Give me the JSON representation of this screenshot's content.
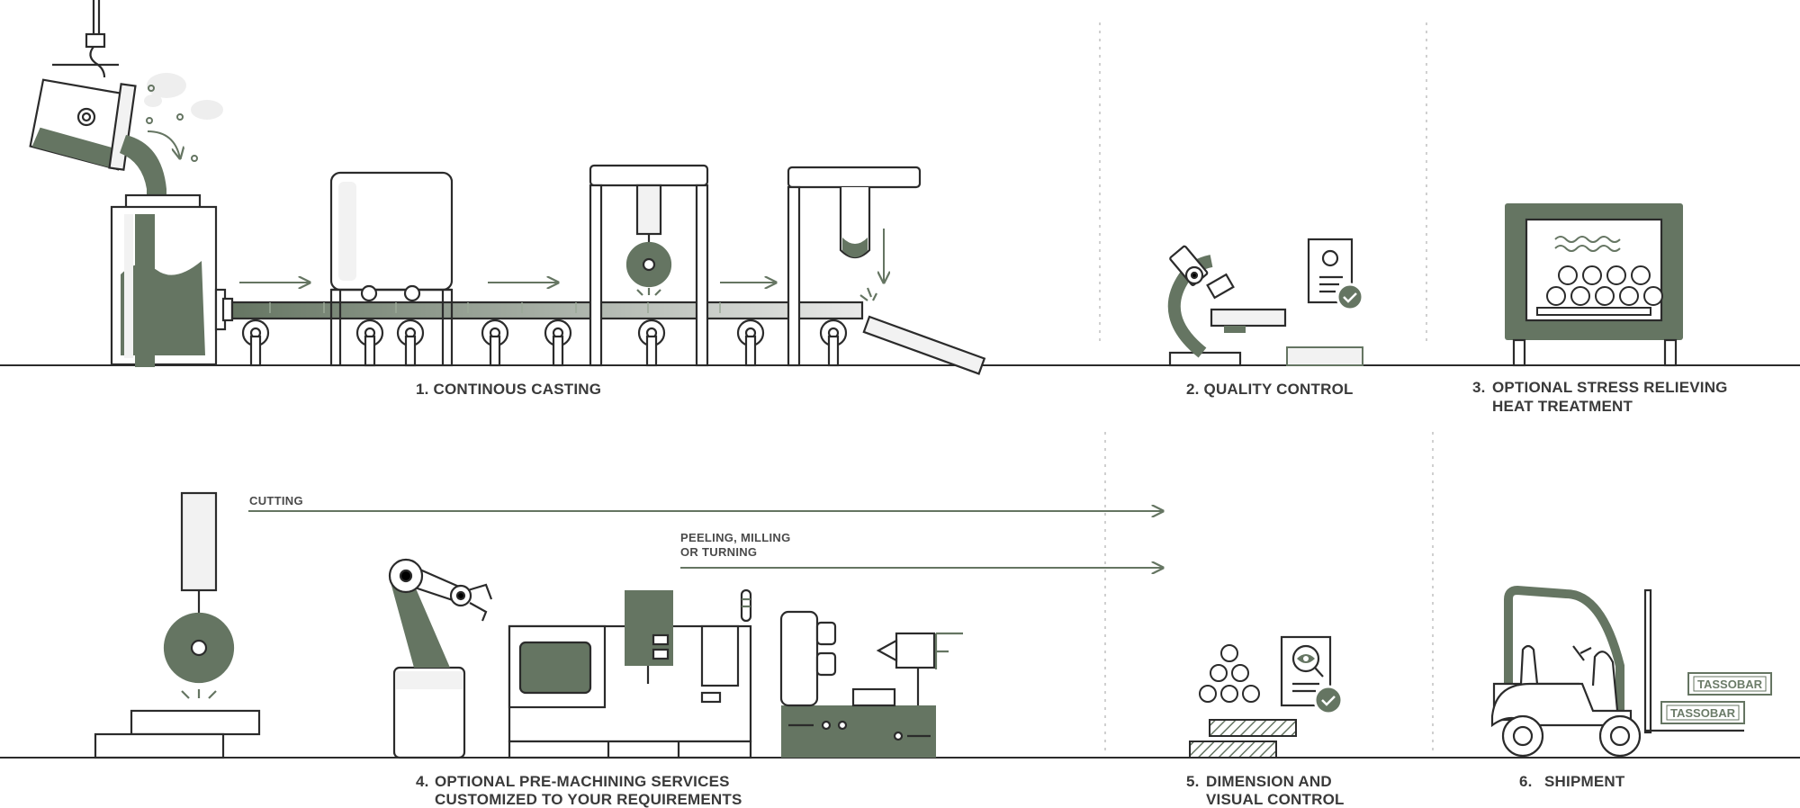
{
  "colors": {
    "accent": "#657562",
    "outline": "#2b2b2b",
    "light": "#f2f2f2",
    "faint": "#d8d8d8"
  },
  "steps": [
    {
      "number": "1.",
      "line1": "CONTINOUS CASTING",
      "line2": ""
    },
    {
      "number": "2.",
      "line1": "QUALITY CONTROL",
      "line2": ""
    },
    {
      "number": "3.",
      "line1": "OPTIONAL STRESS RELIEVING",
      "line2": "HEAT TREATMENT"
    },
    {
      "number": "4.",
      "line1": "OPTIONAL PRE-MACHINING SERVICES",
      "line2": "CUSTOMIZED TO YOUR REQUIREMENTS"
    },
    {
      "number": "5.",
      "line1": "DIMENSION AND",
      "line2": "VISUAL CONTROL"
    },
    {
      "number": "6.",
      "line1": "SHIPMENT",
      "line2": ""
    }
  ],
  "arrows": {
    "cutting": "CUTTING",
    "peeling_line1": "PEELING, MILLING",
    "peeling_line2": "OR TURNING"
  },
  "pallets": [
    "TASSOBAR",
    "TASSOBAR"
  ],
  "icons": [
    "ladle-icon",
    "conveyor-icon",
    "saw-icon",
    "microscope-icon",
    "certificate-icon",
    "furnace-icon",
    "robot-arm-icon",
    "cnc-machine-icon",
    "lathe-icon",
    "forklift-icon",
    "check-icon",
    "eye-icon"
  ]
}
